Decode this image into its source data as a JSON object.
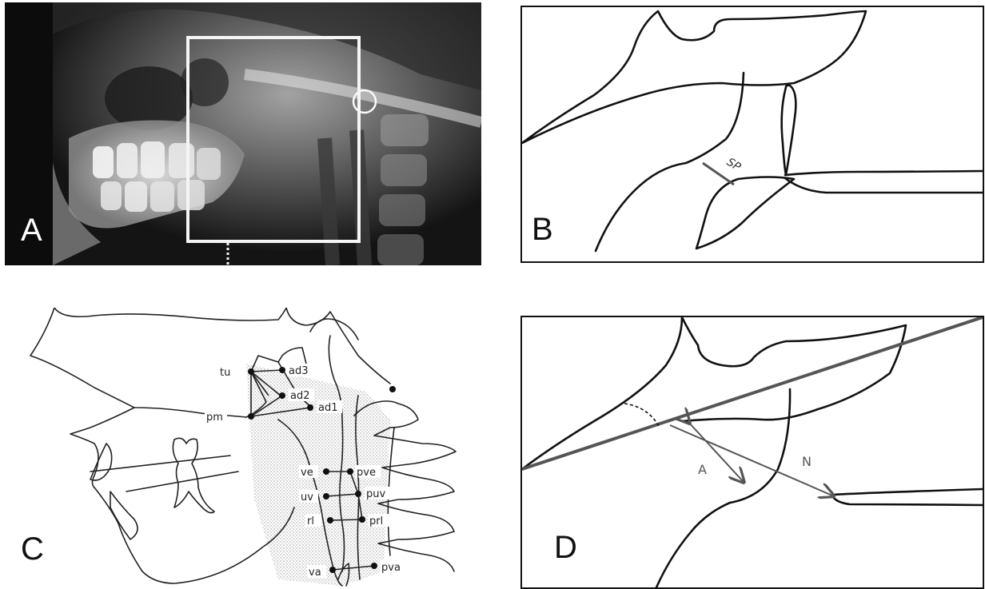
{
  "panels": {
    "a": {
      "letter": "A"
    },
    "b": {
      "letter": "B",
      "measurement": "SP"
    },
    "c": {
      "letter": "C",
      "landmarks": {
        "tu": "tu",
        "ad3": "ad3",
        "ad2": "ad2",
        "ad1": "ad1",
        "pm": "pm",
        "ve": "ve",
        "pve": "pve",
        "uv": "uv",
        "puv": "puv",
        "rl": "rl",
        "prl": "prl",
        "va": "va",
        "pva": "pva"
      }
    },
    "d": {
      "letter": "D",
      "measurement_a": "A",
      "measurement_n": "N"
    }
  }
}
